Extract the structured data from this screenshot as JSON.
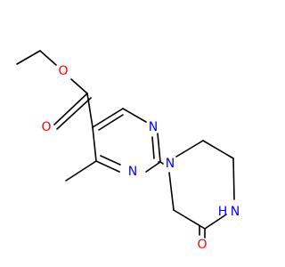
{
  "molecule": {
    "atoms": {
      "o_ether": "O",
      "o_carbonyl_ester": "O",
      "n_pyrimidine_top": "N",
      "n_pyrimidine_bottom": "N",
      "n_piperazine_1": "N",
      "n_piperazine_4": "N",
      "h_piperazine_4": "H",
      "o_oxo": "O"
    },
    "colors": {
      "bond": "#000000",
      "oxygen": "#ff0000",
      "nitrogen": "#0000ff",
      "carbon": "#000000",
      "background": "#ffffff"
    }
  }
}
